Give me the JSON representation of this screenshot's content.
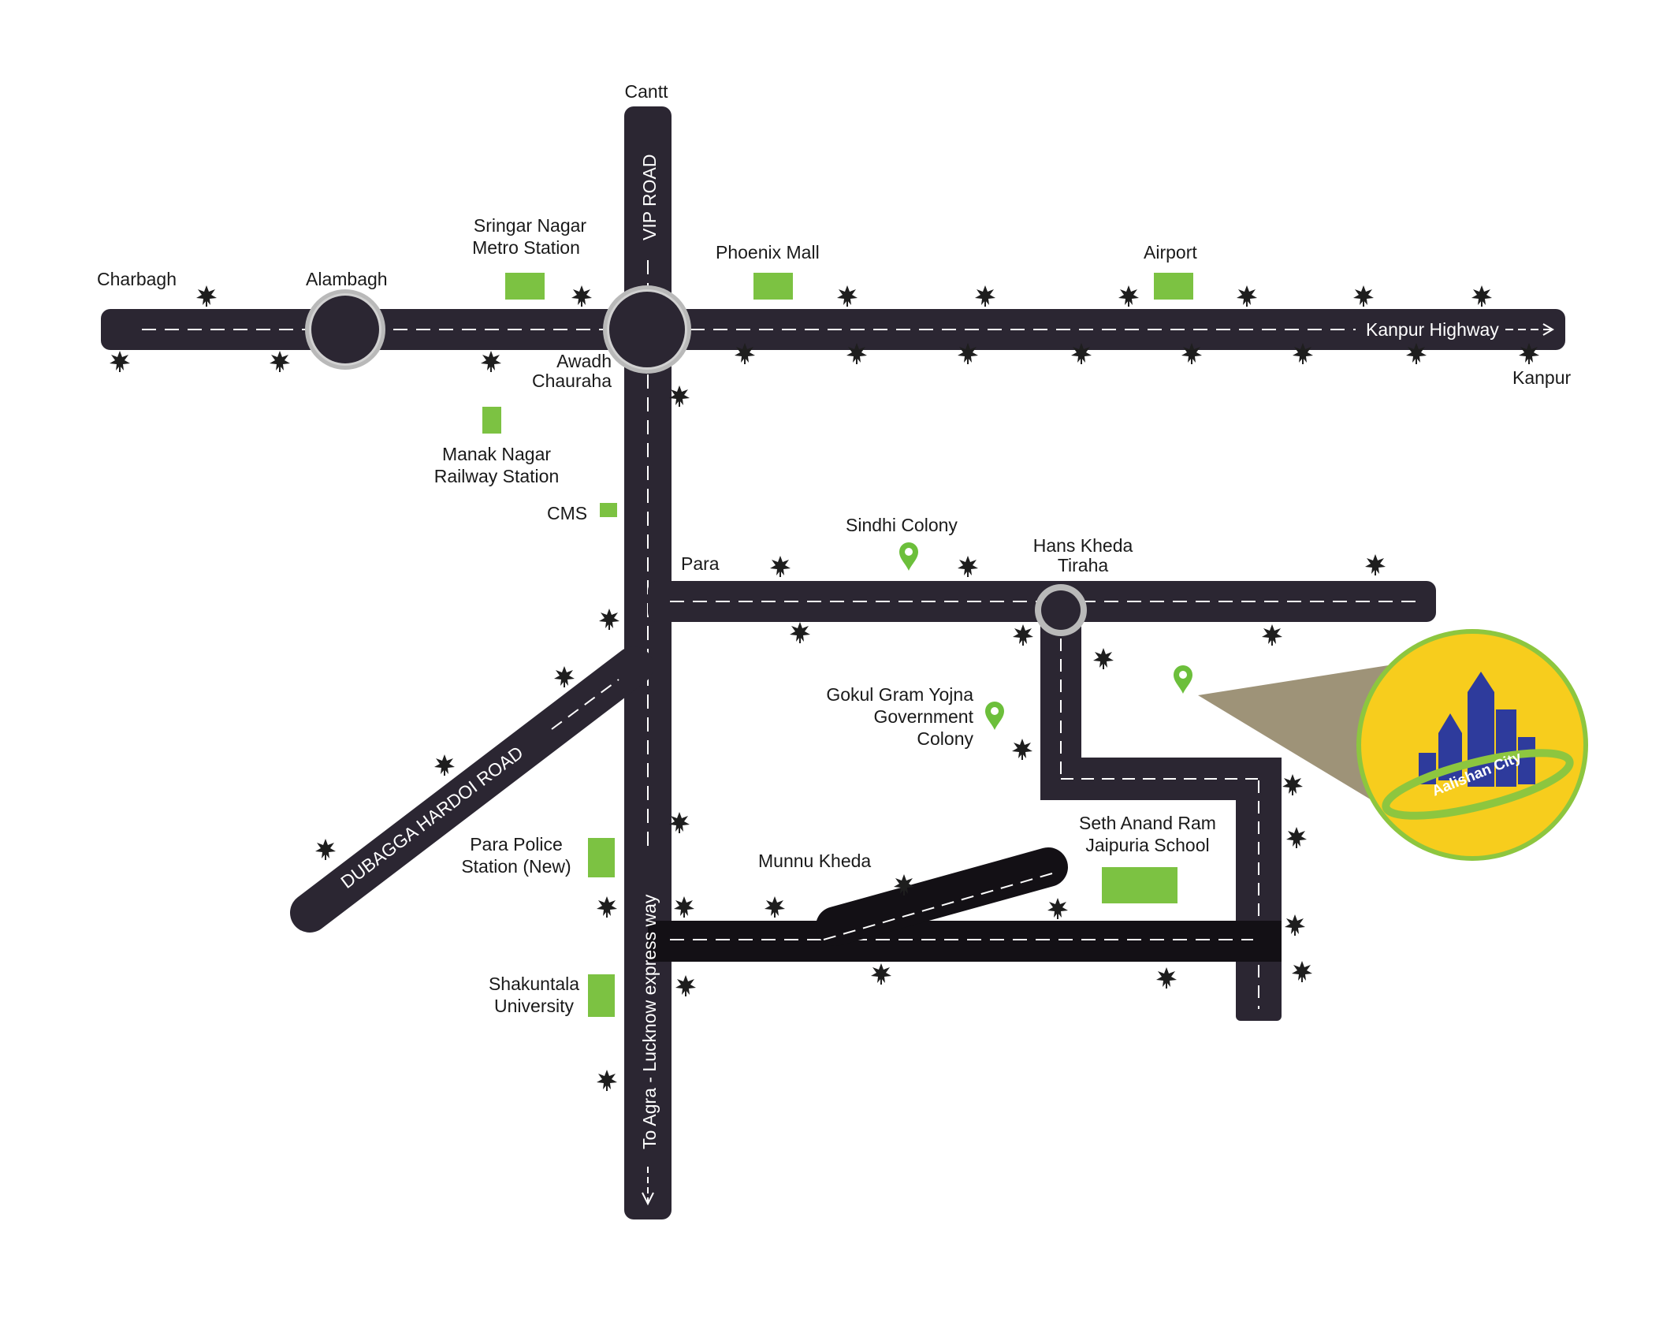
{
  "map": {
    "road_color": "#2b2632",
    "landmark_color": "#7cc242",
    "pin_color": "#6cbf3b",
    "roundabout_ring": "#b9b9b9",
    "tree_color": "#1e1e1e"
  },
  "roads": {
    "highway": "Kanpur Highway",
    "vip": "VIP ROAD",
    "hardoi": "DUBAGGA HARDOI ROAD",
    "expressway": "To Agra - Lucknow express way"
  },
  "places": {
    "cantt": "Cantt",
    "charbagh": "Charbagh",
    "alambagh": "Alambagh",
    "sringar_line1": "Sringar Nagar",
    "sringar_line2": "Metro Station",
    "phoenix": "Phoenix Mall",
    "airport": "Airport",
    "kanpur": "Kanpur",
    "awadh_line1": "Awadh",
    "awadh_line2": "Chauraha",
    "manak_line1": "Manak Nagar",
    "manak_line2": "Railway Station",
    "cms": "CMS",
    "para": "Para",
    "sindhi": "Sindhi Colony",
    "hans_line1": "Hans Kheda",
    "hans_line2": "Tiraha",
    "gokul_line1": "Gokul Gram Yojna",
    "gokul_line2": "Government",
    "gokul_line3": "Colony",
    "seth_line1": "Seth Anand Ram",
    "seth_line2": "Jaipuria School",
    "munnu": "Munnu Kheda",
    "police_line1": "Para Police",
    "police_line2": "Station (New)",
    "shakuntala_line1": "Shakuntala",
    "shakuntala_line2": "University"
  },
  "logo": {
    "text": "Aalishan City",
    "bg": "#f7cd1d",
    "ring": "#9acd32",
    "buildings": "#2e3b9c"
  }
}
